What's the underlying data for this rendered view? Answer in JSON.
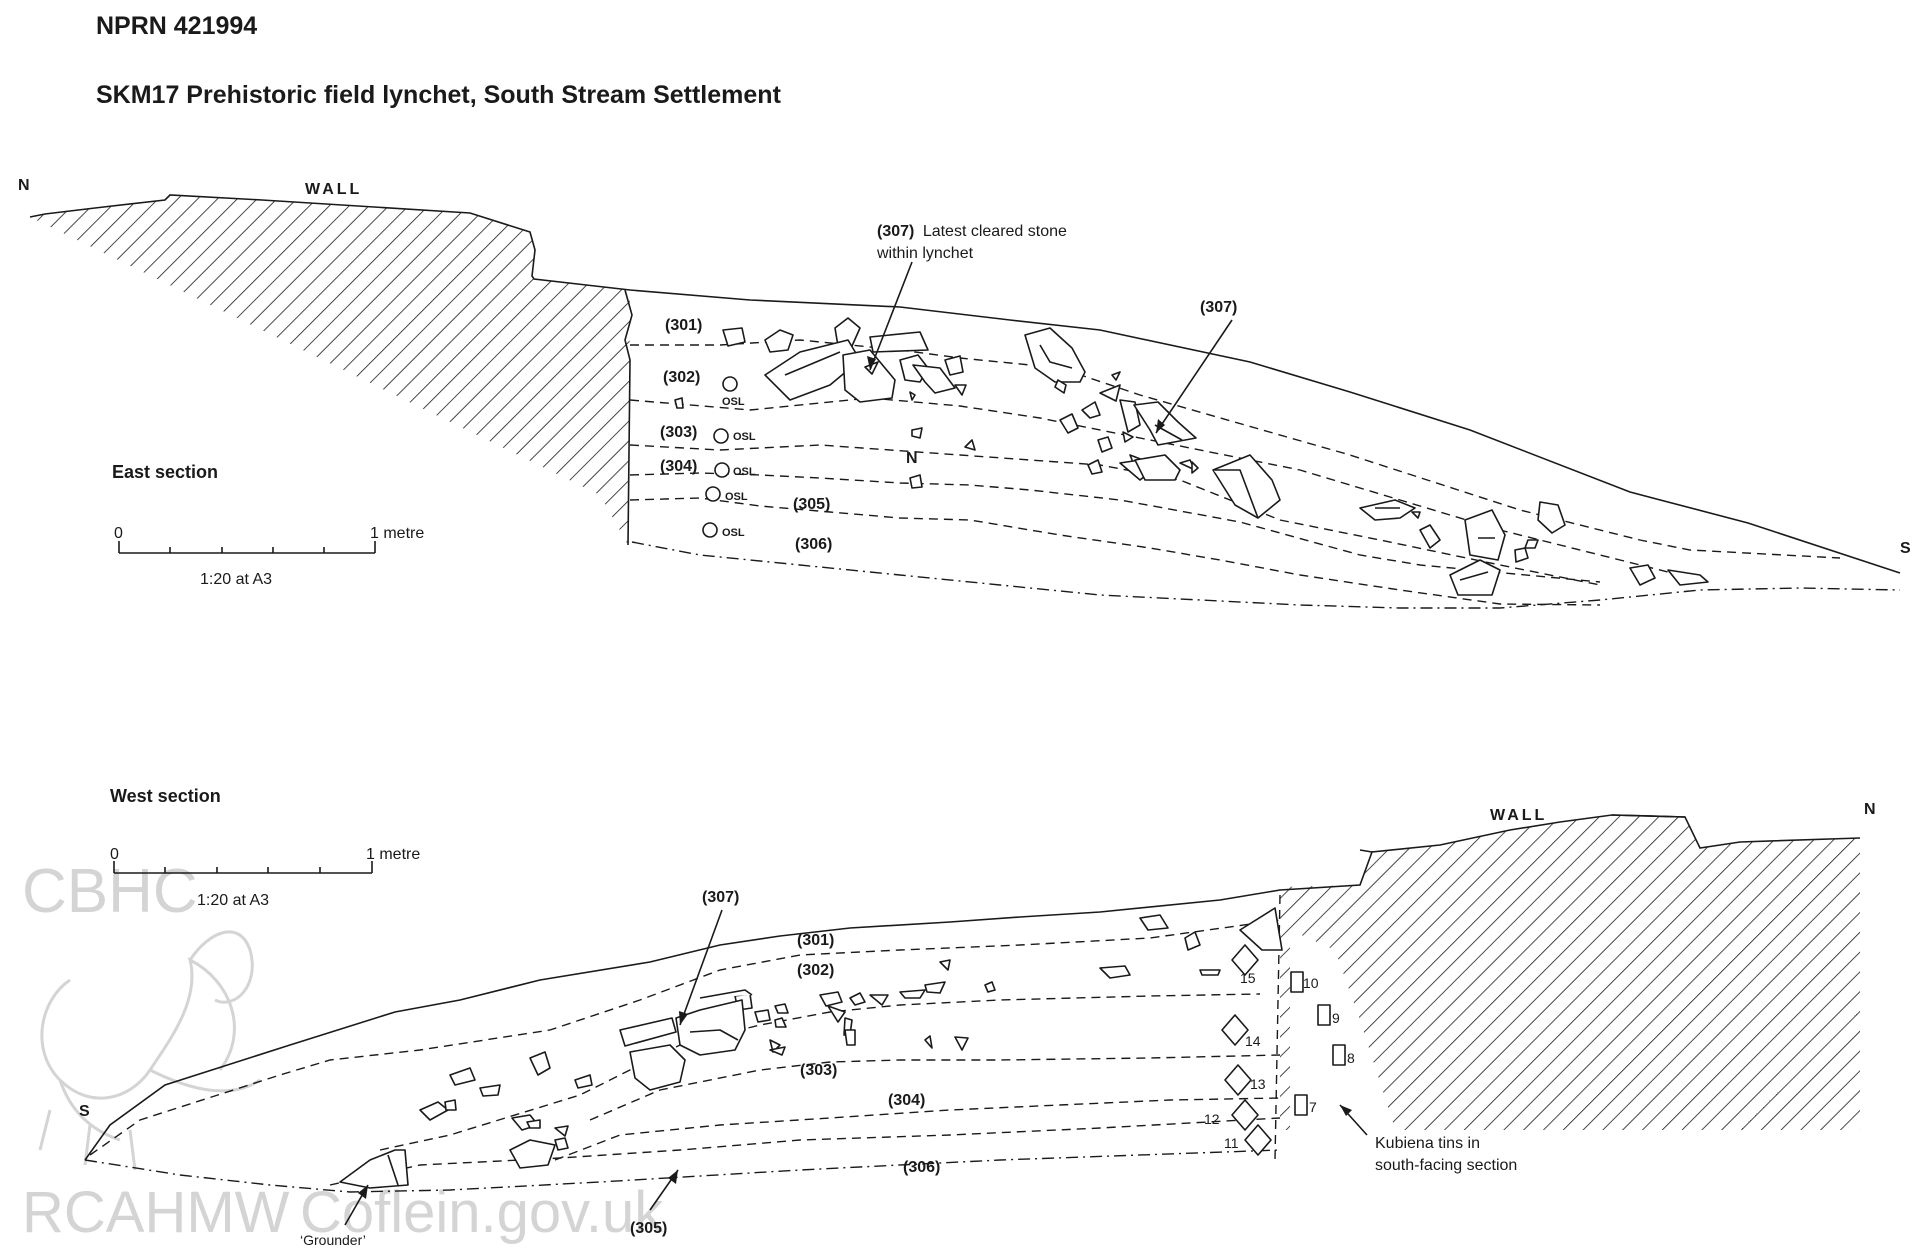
{
  "header": {
    "nprn": "NPRN 421994",
    "title": "SKM17 Prehistoric field lynchet, South Stream Settlement"
  },
  "east": {
    "title": "East section",
    "north": "N",
    "south": "S",
    "wall": "WALL",
    "mid_marker": "N",
    "layers": [
      "(301)",
      "(302)",
      "(303)",
      "(304)",
      "(305)",
      "(306)"
    ],
    "osl": "OSL",
    "annotation_bold": "(307)",
    "annotation_text_1": "Latest cleared stone",
    "annotation_text_2": "within lynchet",
    "label_307": "(307)",
    "scale_zero": "0",
    "scale_end": "1 metre",
    "scale_ratio": "1:20 at A3"
  },
  "west": {
    "title": "West section",
    "north": "N",
    "south": "S",
    "wall": "WALL",
    "layers": [
      "(301)",
      "(302)",
      "(303)",
      "(304)",
      "(305)",
      "(306)"
    ],
    "label_307": "(307)",
    "grounder": "‘Grounder’",
    "kubiena_1": "Kubiena tins in",
    "kubiena_2": "south-facing section",
    "tins": [
      "7",
      "8",
      "9",
      "10",
      "11",
      "12",
      "13",
      "14",
      "15"
    ],
    "scale_zero": "0",
    "scale_end": "1 metre",
    "scale_ratio": "1:20 at A3"
  },
  "watermark": {
    "top": "CBHC",
    "bottom": "RCAHMW",
    "site": "Coflein.gov.uk"
  }
}
